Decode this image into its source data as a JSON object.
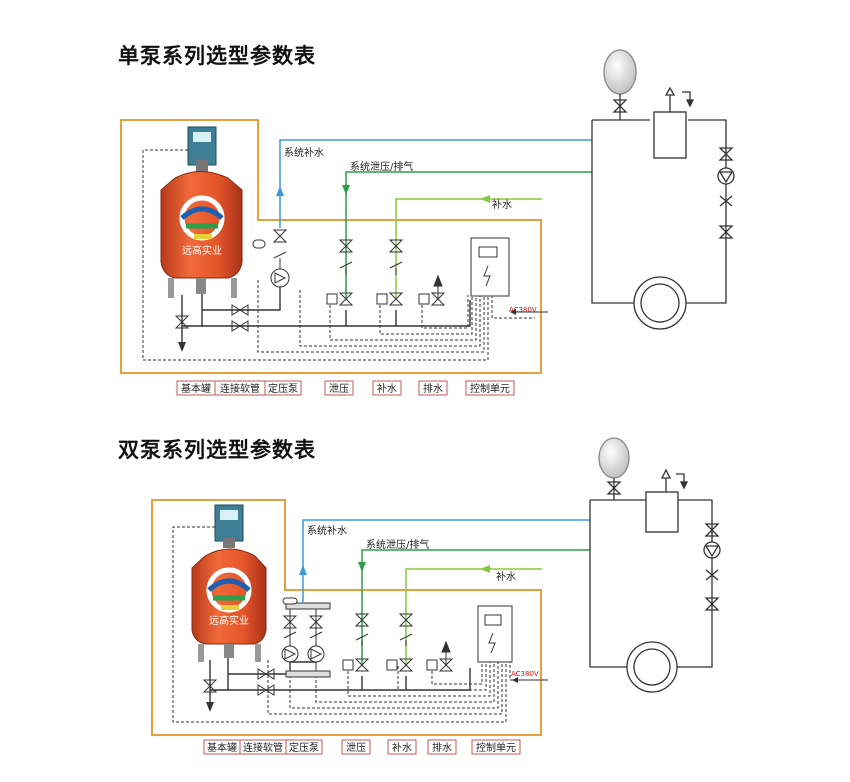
{
  "single": {
    "title": "单泵系列选型参数表",
    "pipe_labels": {
      "system_supply": "系统补水",
      "relief_vent": "系统泄压/排气",
      "makeup": "补水"
    },
    "power": "AC380V",
    "logo_text": "远高实业",
    "legend": [
      "基本罐",
      "连接软管",
      "定压泵",
      "泄压",
      "补水",
      "排水",
      "控制单元"
    ]
  },
  "double": {
    "title": "双泵系列选型参数表",
    "pipe_labels": {
      "system_supply": "系统补水",
      "relief_vent": "系统泄压/排气",
      "makeup": "补水"
    },
    "power": "AC380V",
    "logo_text": "远高实业",
    "legend": [
      "基本罐",
      "连接软管",
      "定压泵",
      "泄压",
      "补水",
      "排水",
      "控制单元"
    ]
  },
  "colors": {
    "frame": "#e8a03c",
    "tank": "#e4552a",
    "supply_line": "#3a9ad8",
    "relief_line": "#2aa04a",
    "makeup_line": "#8cc63e",
    "power_text": "#c0201c"
  }
}
